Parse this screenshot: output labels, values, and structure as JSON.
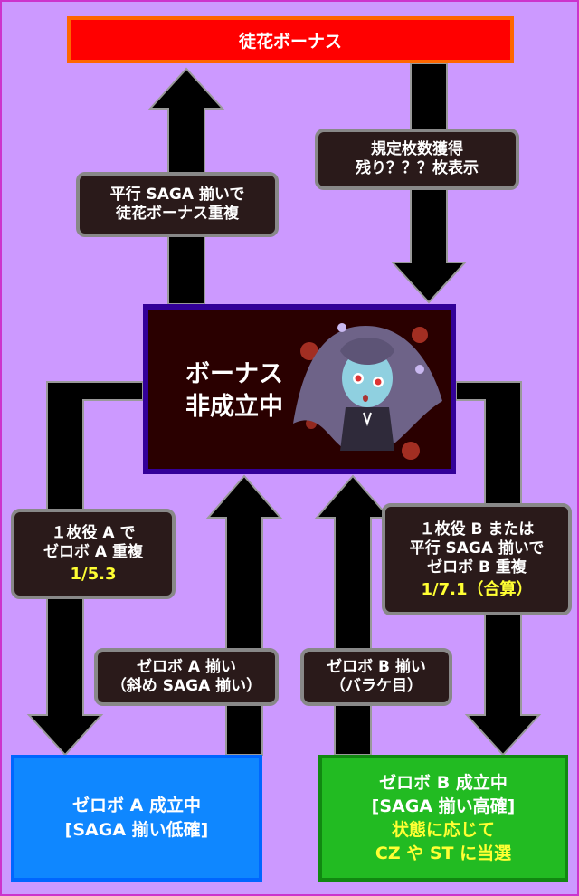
{
  "title_node": {
    "label": "徒花ボーナス",
    "bg": "#ff0000",
    "border": "#ff6600"
  },
  "center_node": {
    "line1": "ボーナス",
    "line2": "非成立中",
    "bg": "#2a0000",
    "border": "#330099",
    "image": "chibi-ghost-girl-illustration"
  },
  "conditions": {
    "left_up": {
      "line1": "平行 SAGA 揃いで",
      "line2": "徒花ボーナス重複"
    },
    "right_down": {
      "line1": "規定枚数獲得",
      "line2": "残り？？？枚表示"
    },
    "left_branch": {
      "line1": "１枚役 A で",
      "line2": "ゼロボ A 重複",
      "prob": "1/5.3"
    },
    "right_branch": {
      "line1": "１枚役 B または",
      "line2": "平行 SAGA 揃いで",
      "line3": "ゼロボ B 重複",
      "prob": "1/7.1（合算）"
    },
    "zero_a_return": {
      "line1": "ゼロボ A 揃い",
      "line2": "（斜め SAGA 揃い）"
    },
    "zero_b_return": {
      "line1": "ゼロボ B 揃い",
      "line2": "（バラケ目）"
    }
  },
  "zero_a_node": {
    "line1": "ゼロボ A 成立中",
    "line2": "[SAGA 揃い低確]",
    "bg": "#0f87ff"
  },
  "zero_b_node": {
    "line1": "ゼロボ B 成立中",
    "line2": "[SAGA 揃い高確]",
    "line3": "状態に応じて",
    "line4": "CZ や ST に当選",
    "bg": "#22bb22"
  },
  "colors": {
    "background": "#cc99ff",
    "arrow": "#000000",
    "arrow_outline": "#999999",
    "highlight_text": "#ffff33"
  }
}
